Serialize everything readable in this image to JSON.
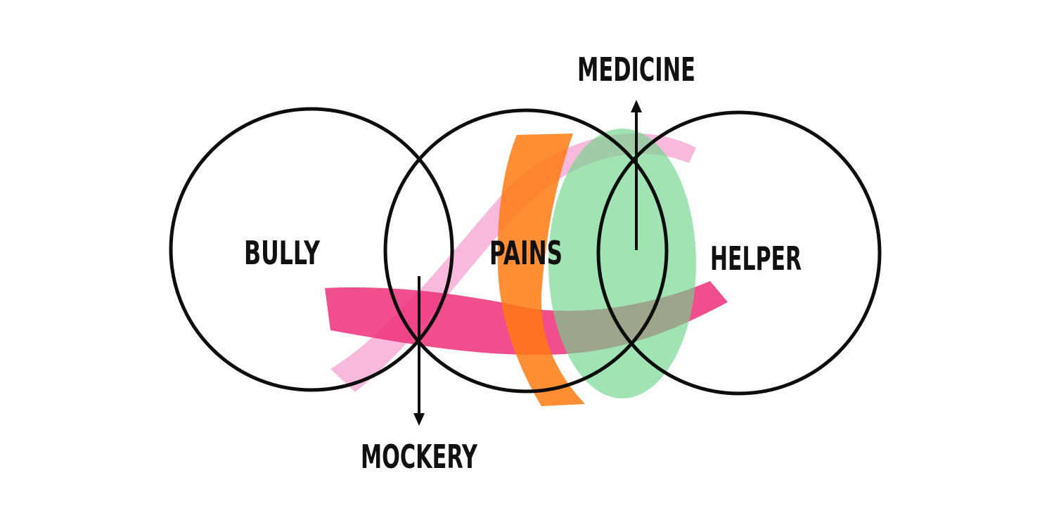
{
  "circles": {
    "left": {
      "label": "BULLY"
    },
    "middle": {
      "label": "PAINS"
    },
    "right": {
      "label": "HELPER"
    }
  },
  "annotations": {
    "top": {
      "label": "MEDICINE"
    },
    "bottom": {
      "label": "MOCKERY"
    }
  },
  "colors": {
    "outline": "#0d0d0d",
    "pink_stroke": "#ee2f7a",
    "orange_stroke": "#ff7a10",
    "green_stroke": "#6fd68a"
  }
}
